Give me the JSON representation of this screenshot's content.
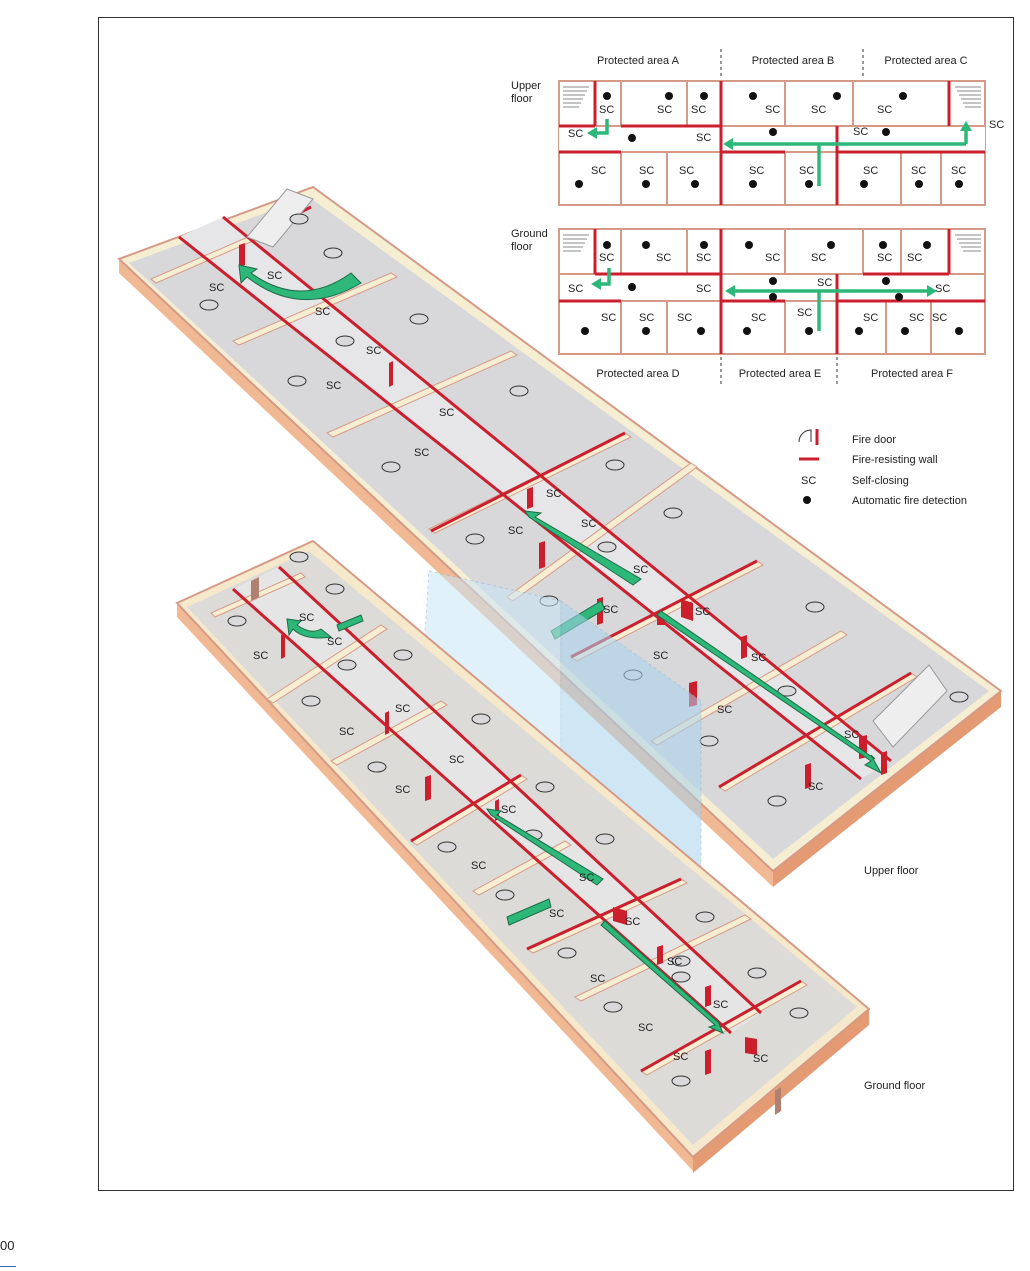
{
  "plan": {
    "upper_floor_label": "Upper floor",
    "ground_floor_label": "Ground floor",
    "upper_areas": [
      "Protected area A",
      "Protected area B",
      "Protected area C"
    ],
    "ground_areas": [
      "Protected area D",
      "Protected area E",
      "Protected area F"
    ],
    "sc_label": "SC"
  },
  "legend": {
    "fire_door": "Fire door",
    "fire_wall": "Fire-resisting wall",
    "self_closing_symbol": "SC",
    "self_closing": "Self-closing",
    "detection": "Automatic fire detection"
  },
  "isometric": {
    "upper_floor_label": "Upper floor",
    "ground_floor_label": "Ground floor"
  },
  "page_number": "00",
  "colors": {
    "fire_wall": "#cc1f2e",
    "escape_arrow": "#2db87a",
    "wall_top": "#f7efcf",
    "floor": "#d5d6d8",
    "slab_side": "#ecb08c",
    "plan_wall": "#d59a87",
    "shaft": "#b9d9f0"
  }
}
